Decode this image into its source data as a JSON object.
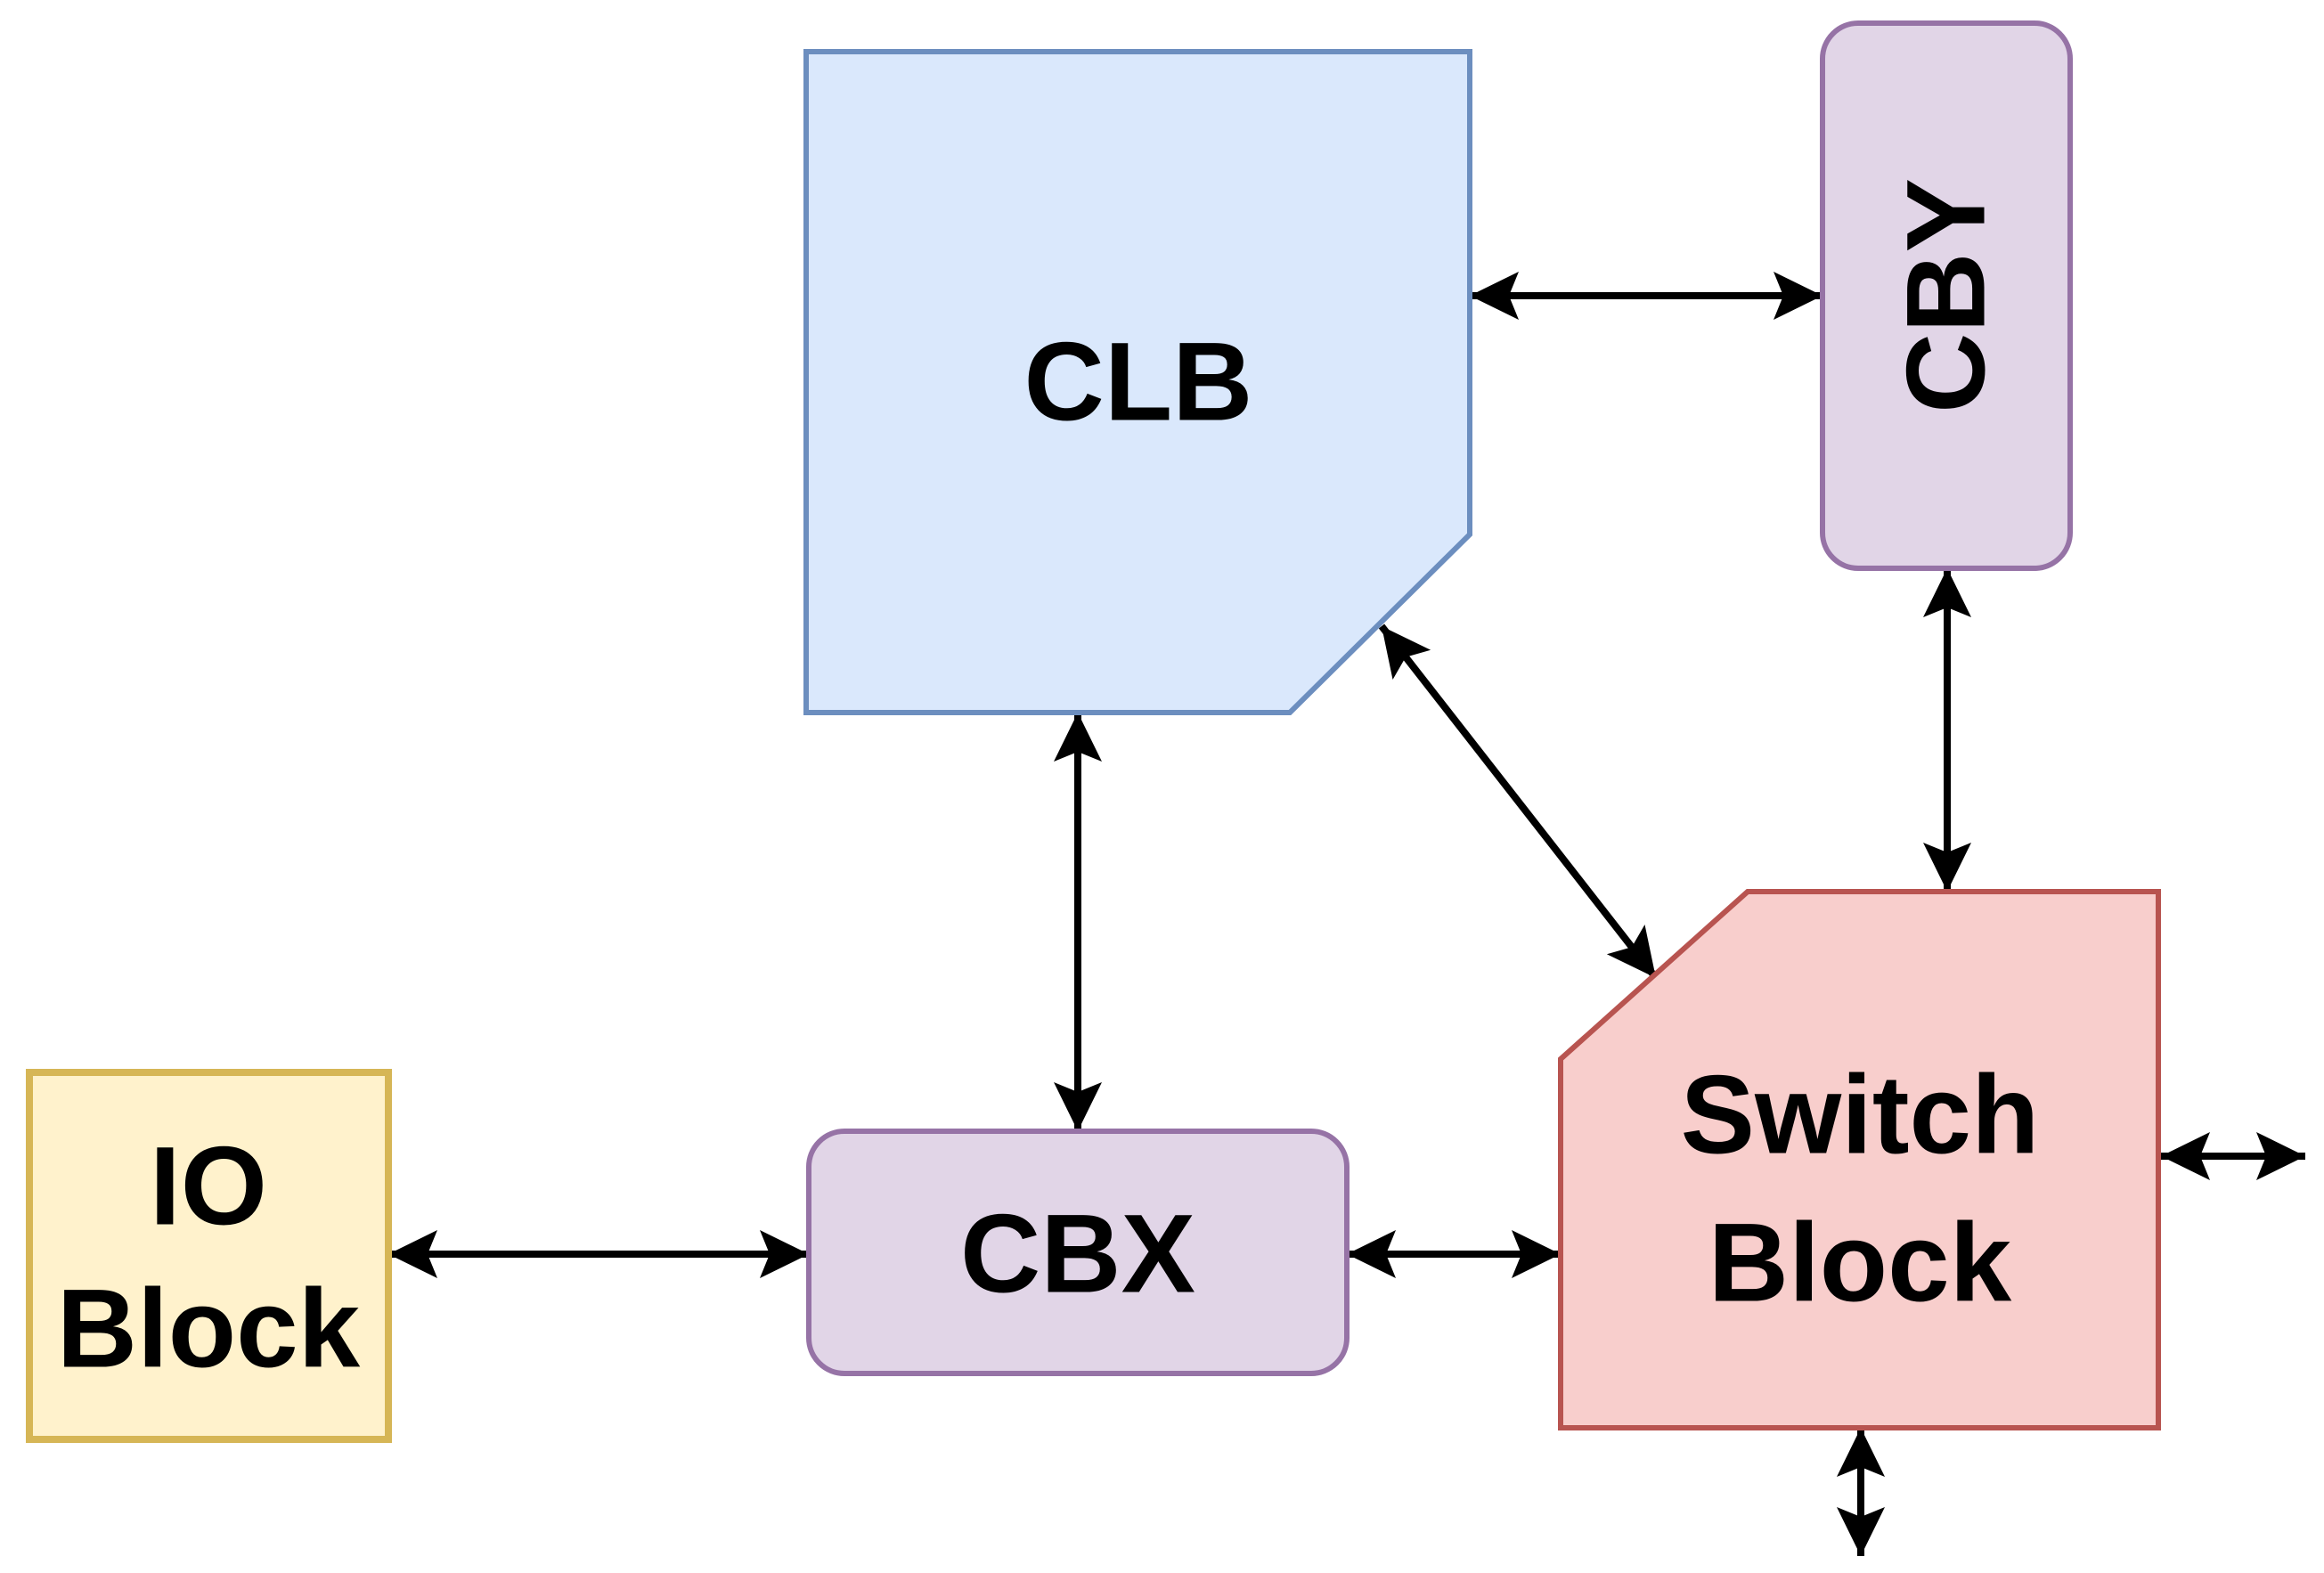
{
  "diagram": {
    "background": "#ffffff",
    "nodes": {
      "clb": {
        "label": "CLB",
        "fill": "#dae8fc",
        "stroke": "#6c8ebf",
        "shape": "square-with-cut-bottom-right-corner"
      },
      "cby": {
        "label": "CBY",
        "fill": "#e1d5e7",
        "stroke": "#9673a6",
        "shape": "rounded-rectangle-vertical",
        "text_rotation": "-90deg"
      },
      "cbx": {
        "label": "CBX",
        "fill": "#e1d5e7",
        "stroke": "#9673a6",
        "shape": "rounded-rectangle-horizontal"
      },
      "switch_block": {
        "label": "Switch Block",
        "label_line1": "Switch",
        "label_line2": "Block",
        "fill": "#f8cecc",
        "stroke": "#b85450",
        "shape": "square-with-cut-top-left-corner"
      },
      "io_block": {
        "label": "IO Block",
        "label_line1": "IO",
        "label_line2": "Block",
        "fill": "#fff2cc",
        "stroke": "#d6b656",
        "shape": "square"
      }
    },
    "edge_color": "#000000",
    "edges": [
      {
        "from": "CLB",
        "to": "CBY",
        "direction": "bidirectional",
        "orientation": "horizontal"
      },
      {
        "from": "CLB",
        "to": "CBX",
        "direction": "bidirectional",
        "orientation": "vertical"
      },
      {
        "from": "CLB",
        "to": "Switch Block",
        "direction": "bidirectional",
        "orientation": "diagonal"
      },
      {
        "from": "CBY",
        "to": "Switch Block",
        "direction": "bidirectional",
        "orientation": "vertical"
      },
      {
        "from": "IO Block",
        "to": "CBX",
        "direction": "bidirectional",
        "orientation": "horizontal"
      },
      {
        "from": "CBX",
        "to": "Switch Block",
        "direction": "bidirectional",
        "orientation": "horizontal"
      },
      {
        "from": "Switch Block",
        "to": "off-diagram-right",
        "direction": "bidirectional",
        "orientation": "horizontal"
      },
      {
        "from": "Switch Block",
        "to": "off-diagram-bottom",
        "direction": "bidirectional",
        "orientation": "vertical"
      }
    ]
  }
}
